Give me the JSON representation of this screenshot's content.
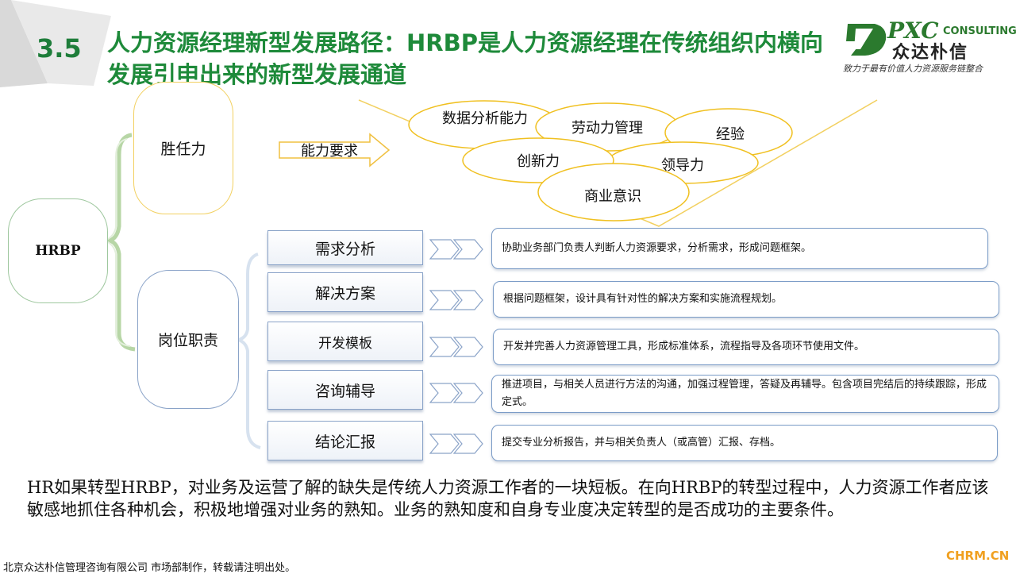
{
  "header": {
    "section_number": "3.5",
    "title": "人力资源经理新型发展路径：HRBP是人力资源经理在传统组织内横向发展引申出来的新型发展通道"
  },
  "logo": {
    "brand": "PXC",
    "consulting": "CONSULTING",
    "chinese_name": "众达朴信",
    "slogan": "致力于最有价值人力资源服务链整合"
  },
  "diagram": {
    "root": "HRBP",
    "competence": "胜任力",
    "ability_arrow": "能力要求",
    "abilities": [
      "数据分析能力",
      "劳动力管理",
      "经验",
      "创新力",
      "领导力",
      "商业意识"
    ],
    "duties_label": "岗位职责",
    "duties": [
      {
        "name": "需求分析",
        "desc": "协助业务部门负责人判断人力资源要求，分析需求，形成问题框架。"
      },
      {
        "name": "解决方案",
        "desc": "根据问题框架，设计具有针对性的解决方案和实施流程规划。"
      },
      {
        "name": "开发模板",
        "desc": "开发并完善人力资源管理工具，形成标准体系，流程指导及各项环节使用文件。"
      },
      {
        "name": "咨询辅导",
        "desc": "推进项目，与相关人员进行方法的沟通，加强过程管理，答疑及再辅导。包含项目完结后的持续跟踪，形成定式。"
      },
      {
        "name": "结论汇报",
        "desc": "提交专业分析报告，并与相关负责人（或高管）汇报、存档。"
      }
    ]
  },
  "summary": "HR如果转型HRBP，对业务及运营了解的缺失是传统人力资源工作者的一块短板。在向HRBP的转型过程中，人力资源工作者应该敏感地抓住各种机会，积极地增强对业务的熟知。业务的熟知度和自身专业度决定转型的是否成功的主要条件。",
  "footer": {
    "credit": "北京众达朴信管理咨询有限公司 市场部制作，转载请注明出处。",
    "watermark": "CHRM.CN"
  },
  "colors": {
    "title_green": "#1e8a3a",
    "funnel_line": "#f2d060",
    "ellipse_border": "#f0c020",
    "duty_border": "#8aa3c8",
    "desc_border": "#7b9cc7"
  }
}
